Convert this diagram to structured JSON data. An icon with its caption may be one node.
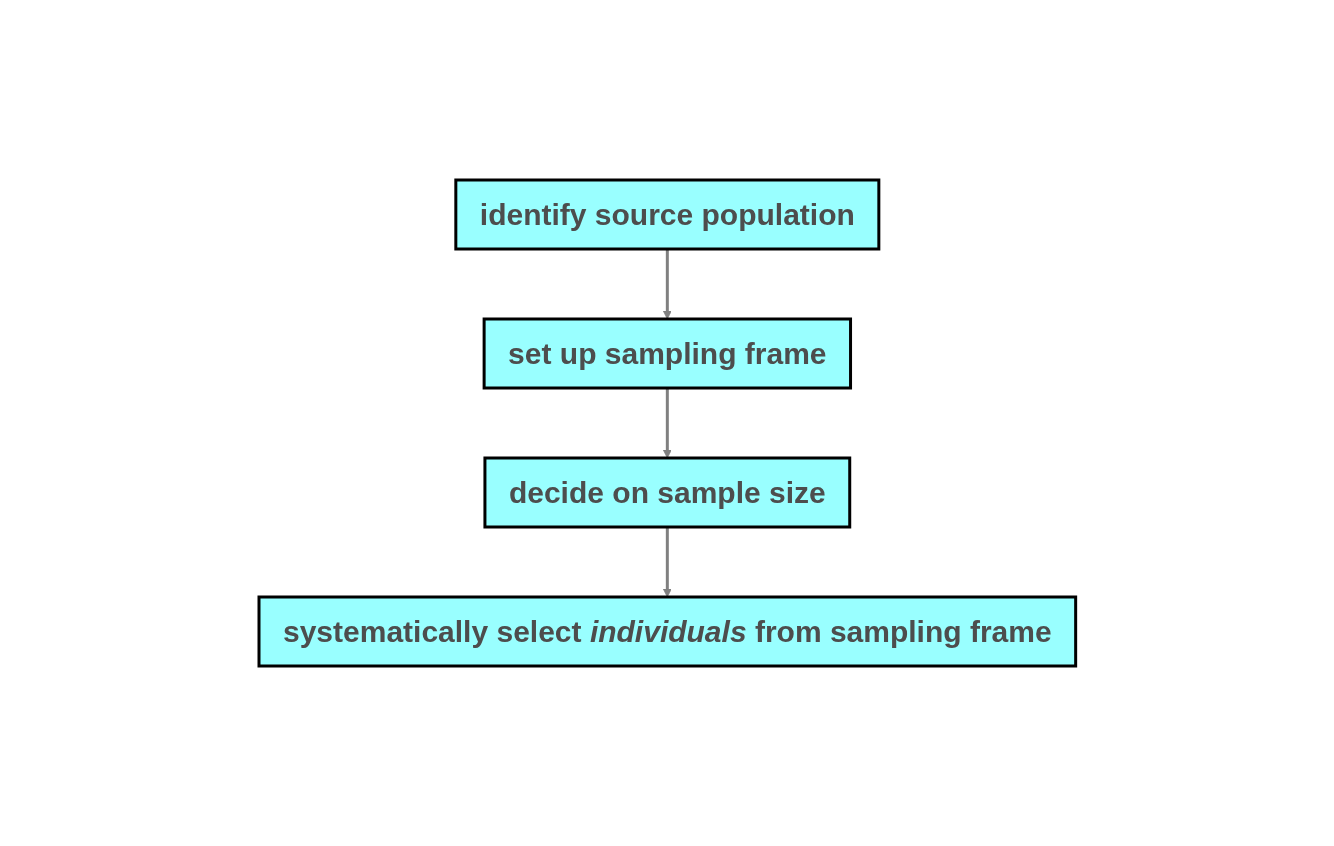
{
  "diagram": {
    "nodes": [
      {
        "text": [
          "identify source population"
        ]
      },
      {
        "text": [
          "set up sampling frame"
        ]
      },
      {
        "text": [
          "decide on sample size"
        ]
      },
      {
        "text": [
          "systematically select *individuals* from sampling frame"
        ]
      }
    ],
    "edges": [
      {
        "from": 0,
        "to": 1,
        "arrow": "to"
      },
      {
        "from": 1,
        "to": 2,
        "arrow": "to"
      },
      {
        "from": 2,
        "to": 3,
        "arrow": "to"
      }
    ]
  }
}
